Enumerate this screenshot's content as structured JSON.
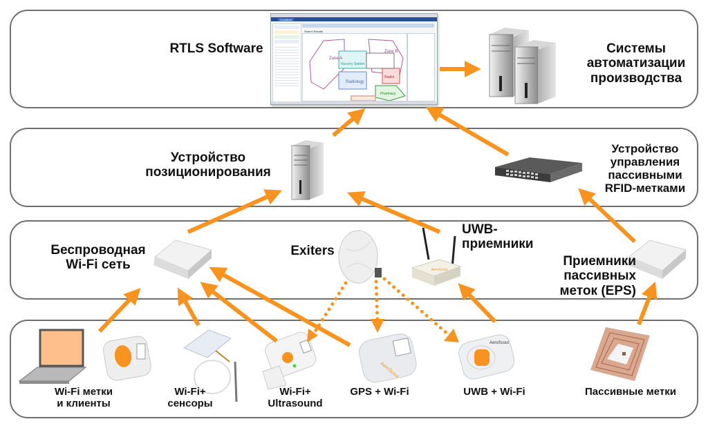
{
  "colors": {
    "arrow": "#f7931e",
    "tier_border": "#6e6e6e",
    "text": "#111111",
    "device_body": "#e8e8e8",
    "accent_orange": "#f7931e",
    "laptop_screen": "#ffbf8c"
  },
  "tiers": {
    "top": {
      "software_label": "RTLS Software",
      "erp_label": "Системы\nавтоматизации\nпроизводства"
    },
    "second": {
      "positioning_label": "Устройство\nпозиционирования",
      "rfid_controller_label": "Устройство\nуправления\nпассивными\nRFID-метками"
    },
    "third": {
      "wifi_label": "Беспроводная\nWi-Fi сеть",
      "exciters_label": "Exiters",
      "uwb_label": "UWB-\nприемники",
      "eps_label": "Приемники\nпассивных\nметок (EPS)"
    },
    "bottom": {
      "items": [
        {
          "label": "Wi-Fi метки\nи клиенты"
        },
        {
          "label": "Wi-Fi+\nсенсоры"
        },
        {
          "label": "Wi-Fi+\nUltrasound"
        },
        {
          "label": "GPS + Wi-Fi"
        },
        {
          "label": "UWB + Wi-Fi"
        },
        {
          "label": "Пассивные метки"
        }
      ]
    }
  },
  "software_screen": {
    "tab_label": "Locations",
    "panel_title": "Search Results",
    "zones": [
      "Zone A",
      "Nursery Station",
      "Zone B",
      "Radiology",
      "Radiol",
      "Pharmacy"
    ]
  },
  "brand": "AeroScout"
}
